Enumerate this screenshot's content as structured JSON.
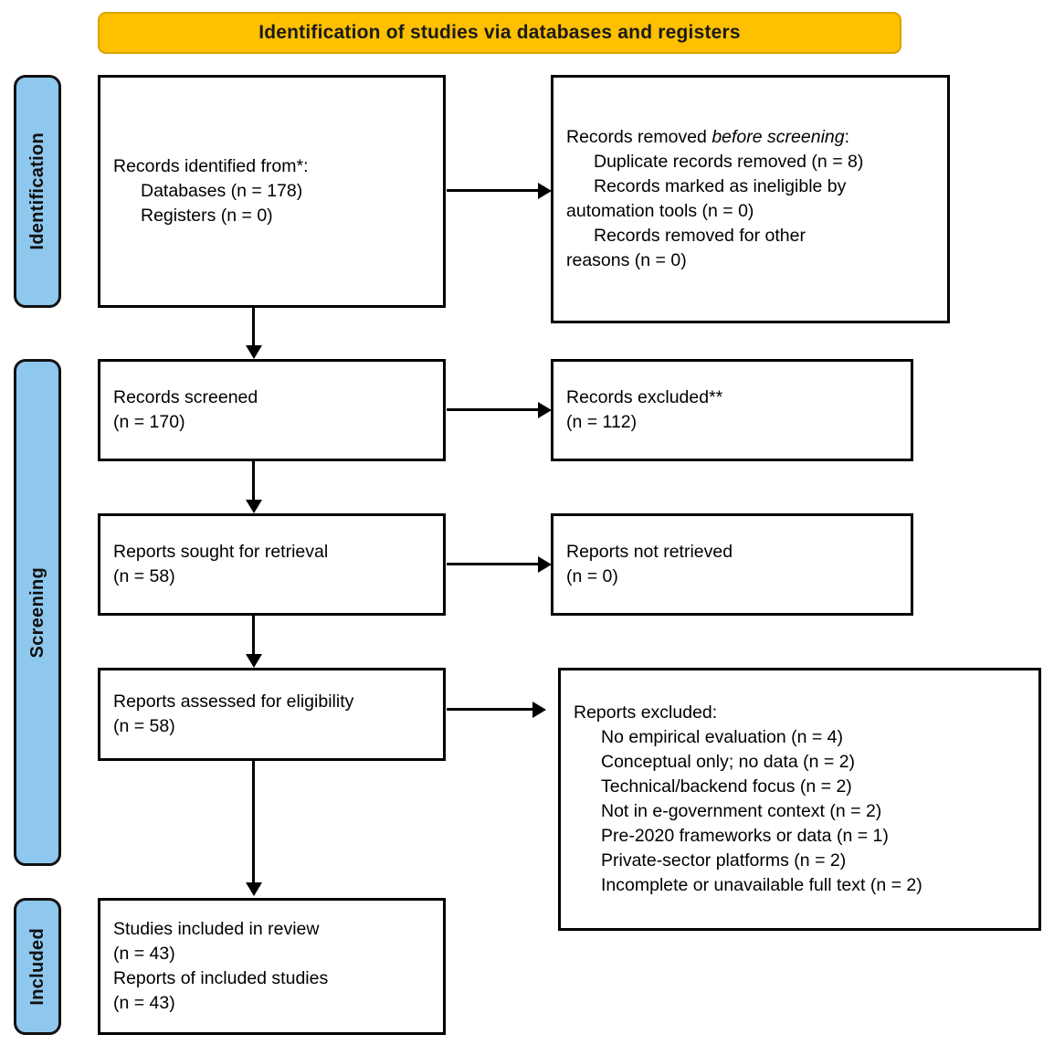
{
  "header": {
    "title": "Identification of studies via databases and registers",
    "bg_color": "#FFC000"
  },
  "stages": {
    "bg_color": "#8FC8EE",
    "identification": "Identification",
    "screening": "Screening",
    "included": "Included"
  },
  "boxes": {
    "identified": {
      "lines": [
        "Records identified from*:",
        "Databases (n = 178)",
        "Registers (n = 0)"
      ]
    },
    "removed_before_screening": {
      "line1_a": "Records removed ",
      "line1_italic": "before screening",
      "line1_b": ":",
      "lines": [
        "Duplicate records removed (n = 8)",
        "Records marked as ineligible by",
        "automation tools (n = 0)",
        "Records removed for other",
        "reasons (n = 0)"
      ]
    },
    "screened": {
      "lines": [
        "Records screened",
        "(n = 170)"
      ]
    },
    "records_excluded": {
      "lines": [
        "Records excluded**",
        "(n = 112)"
      ]
    },
    "sought_for_retrieval": {
      "lines": [
        "Reports sought for retrieval",
        "(n = 58)"
      ]
    },
    "not_retrieved": {
      "lines": [
        "Reports not retrieved",
        "(n = 0)"
      ]
    },
    "assessed_for_eligibility": {
      "lines": [
        "Reports assessed for eligibility",
        "(n = 58)"
      ]
    },
    "reports_excluded": {
      "title": "Reports excluded:",
      "reasons": [
        "No empirical evaluation (n = 4)",
        "Conceptual only; no data (n = 2)",
        "Technical/backend focus (n = 2)",
        "Not in e-government context (n = 2)",
        "Pre-2020 frameworks or data (n = 1)",
        "Private-sector platforms (n = 2)",
        "Incomplete or unavailable full text (n = 2)"
      ]
    },
    "included": {
      "lines": [
        "Studies included in review",
        "(n = 43)",
        "Reports of included studies",
        "(n = 43)"
      ]
    }
  },
  "chart_data": {
    "type": "diagram",
    "title": "Identification of studies via databases and registers",
    "nodes": [
      {
        "id": "identified",
        "stage": "Identification",
        "label": "Records identified from*",
        "values": {
          "Databases": 178,
          "Registers": 0
        }
      },
      {
        "id": "removed_before_screening",
        "stage": "Identification",
        "label": "Records removed before screening",
        "values": {
          "Duplicate records removed": 8,
          "Records marked as ineligible by automation tools": 0,
          "Records removed for other reasons": 0
        }
      },
      {
        "id": "screened",
        "stage": "Screening",
        "label": "Records screened",
        "n": 170
      },
      {
        "id": "records_excluded",
        "stage": "Screening",
        "label": "Records excluded**",
        "n": 112
      },
      {
        "id": "sought_for_retrieval",
        "stage": "Screening",
        "label": "Reports sought for retrieval",
        "n": 58
      },
      {
        "id": "not_retrieved",
        "stage": "Screening",
        "label": "Reports not retrieved",
        "n": 0
      },
      {
        "id": "assessed_for_eligibility",
        "stage": "Screening",
        "label": "Reports assessed for eligibility",
        "n": 58
      },
      {
        "id": "reports_excluded",
        "stage": "Screening",
        "label": "Reports excluded",
        "values": {
          "No empirical evaluation": 4,
          "Conceptual only; no data": 2,
          "Technical/backend focus": 2,
          "Not in e-government context": 2,
          "Pre-2020 frameworks or data": 1,
          "Private-sector platforms": 2,
          "Incomplete or unavailable full text": 2
        }
      },
      {
        "id": "included",
        "stage": "Included",
        "label": "Studies included in review",
        "values": {
          "Studies included in review": 43,
          "Reports of included studies": 43
        }
      }
    ],
    "edges": [
      {
        "from": "identified",
        "to": "removed_before_screening",
        "direction": "right"
      },
      {
        "from": "identified",
        "to": "screened",
        "direction": "down"
      },
      {
        "from": "screened",
        "to": "records_excluded",
        "direction": "right"
      },
      {
        "from": "screened",
        "to": "sought_for_retrieval",
        "direction": "down"
      },
      {
        "from": "sought_for_retrieval",
        "to": "not_retrieved",
        "direction": "right"
      },
      {
        "from": "sought_for_retrieval",
        "to": "assessed_for_eligibility",
        "direction": "down"
      },
      {
        "from": "assessed_for_eligibility",
        "to": "reports_excluded",
        "direction": "right"
      },
      {
        "from": "assessed_for_eligibility",
        "to": "included",
        "direction": "down"
      }
    ]
  }
}
